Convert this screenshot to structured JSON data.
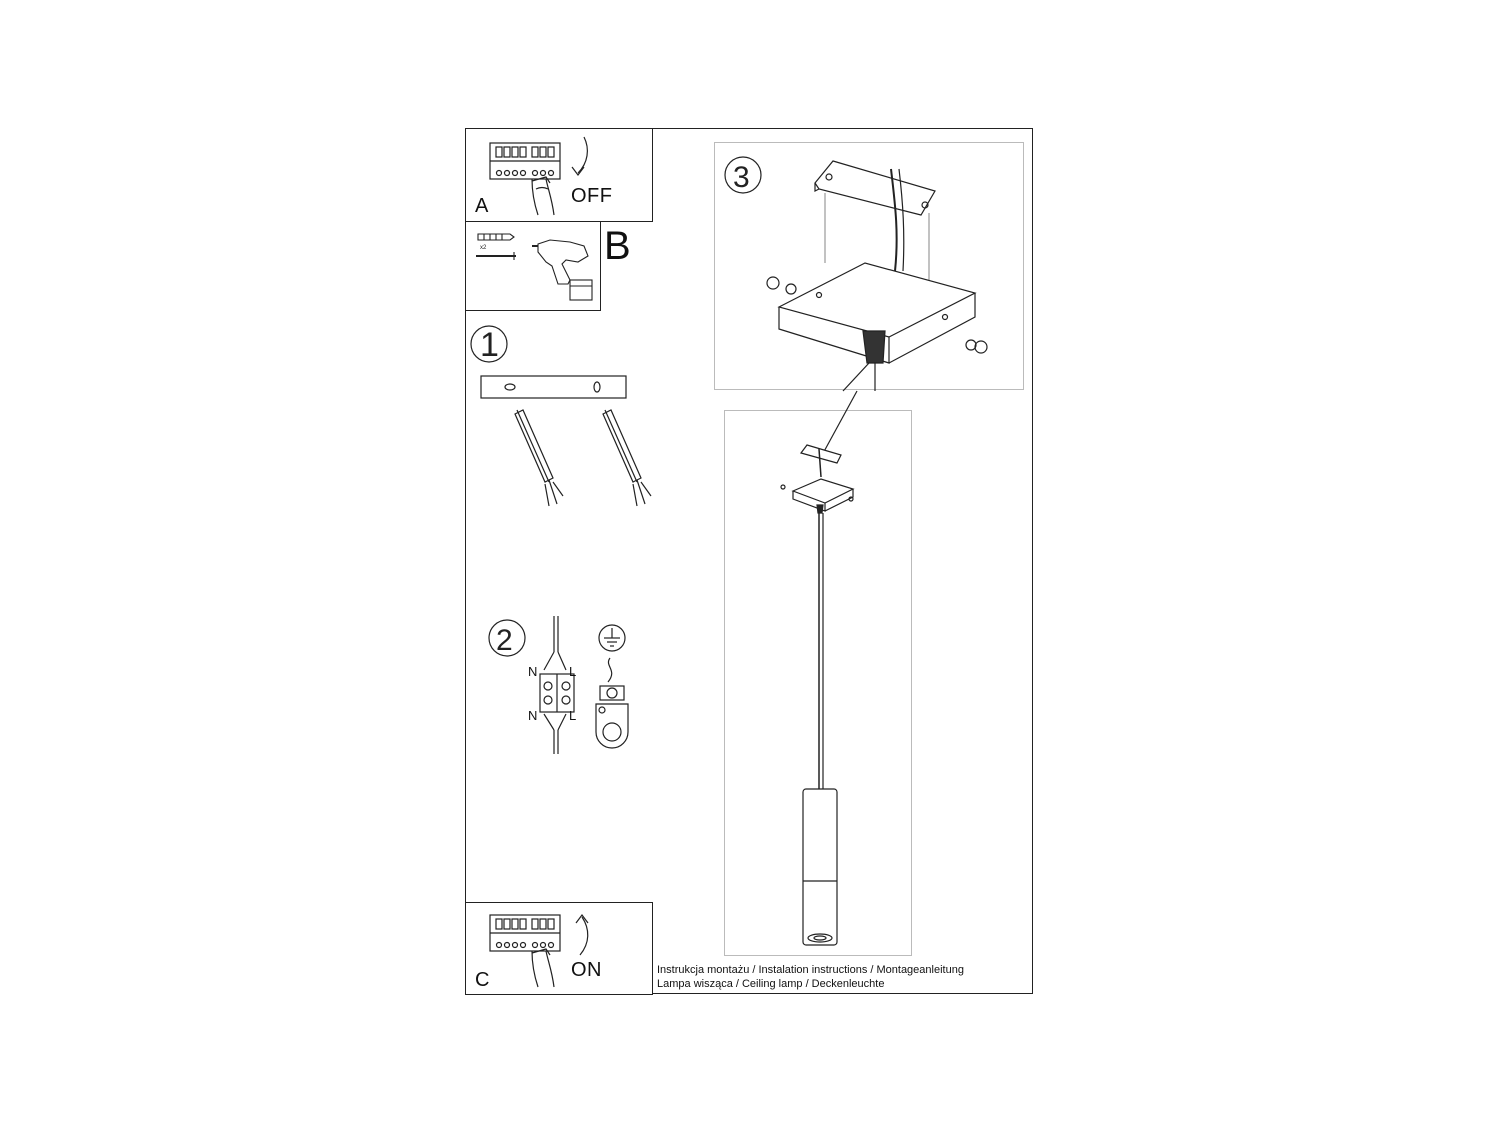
{
  "steps": {
    "a": {
      "letter": "A",
      "action": "OFF"
    },
    "b": {
      "letter": "B",
      "count": "x2"
    },
    "c": {
      "letter": "C",
      "action": "ON"
    },
    "s1": {
      "number": "1"
    },
    "s2": {
      "number": "2",
      "labels": {
        "n_top": "N",
        "l_top": "L",
        "n_bottom": "N",
        "l_bottom": "L"
      }
    },
    "s3": {
      "number": "3"
    }
  },
  "footer": {
    "line1": "Instrukcja montażu / Instalation instructions / Montageanleitung",
    "line2": "Lampa wisząca / Ceiling lamp / Deckenleuchte"
  },
  "colors": {
    "line": "#222222",
    "background": "#ffffff"
  }
}
